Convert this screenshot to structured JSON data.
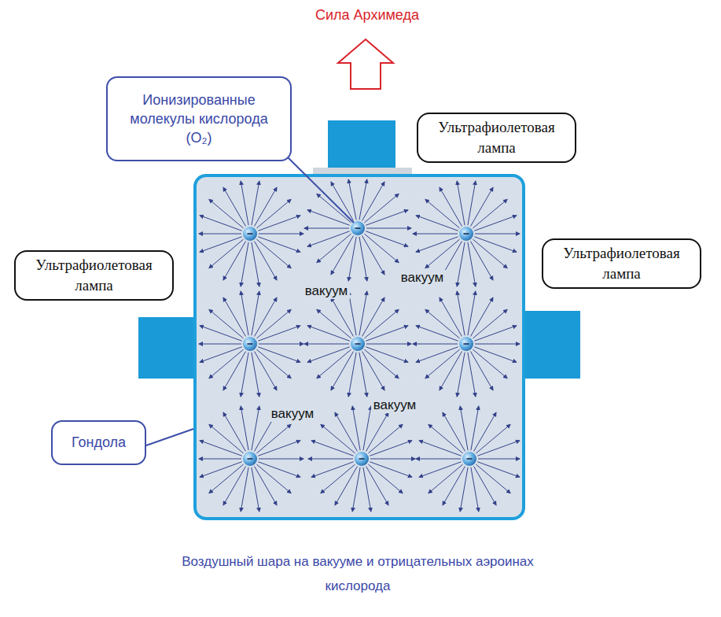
{
  "diagram": {
    "title": "Сила Архимеда",
    "caption": "Воздушный шара на вакууме и отрицательных аэроинах кислорода",
    "nodes": [
      {
        "text": [
          "Ионизированные молекулы кислорода (O₂)"
        ]
      },
      {
        "text": [
          "Ультрафиолетовая лампа"
        ]
      },
      {
        "text": [
          "Ультрафиолетовая лампа"
        ]
      },
      {
        "text": [
          "Ультрафиолетовая лампа"
        ]
      },
      {
        "text": [
          "Гондола"
        ]
      }
    ],
    "labels": [
      "вакуум",
      "вакуум",
      "вакуум",
      "вакуум"
    ]
  }
}
